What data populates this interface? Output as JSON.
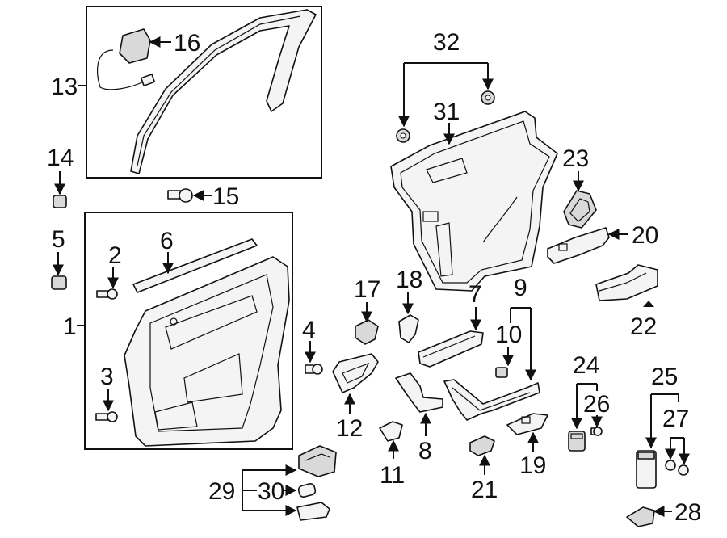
{
  "diagram": {
    "callouts": [
      {
        "id": "c1",
        "label": "1"
      },
      {
        "id": "c2",
        "label": "2"
      },
      {
        "id": "c3",
        "label": "3"
      },
      {
        "id": "c4",
        "label": "4"
      },
      {
        "id": "c5",
        "label": "5"
      },
      {
        "id": "c6",
        "label": "6"
      },
      {
        "id": "c7",
        "label": "7"
      },
      {
        "id": "c8",
        "label": "8"
      },
      {
        "id": "c9",
        "label": "9"
      },
      {
        "id": "c10",
        "label": "10"
      },
      {
        "id": "c11",
        "label": "11"
      },
      {
        "id": "c12",
        "label": "12"
      },
      {
        "id": "c13",
        "label": "13"
      },
      {
        "id": "c14",
        "label": "14"
      },
      {
        "id": "c15",
        "label": "15"
      },
      {
        "id": "c16",
        "label": "16"
      },
      {
        "id": "c17",
        "label": "17"
      },
      {
        "id": "c18",
        "label": "18"
      },
      {
        "id": "c19",
        "label": "19"
      },
      {
        "id": "c20",
        "label": "20"
      },
      {
        "id": "c21",
        "label": "21"
      },
      {
        "id": "c22",
        "label": "22"
      },
      {
        "id": "c23",
        "label": "23"
      },
      {
        "id": "c24",
        "label": "24"
      },
      {
        "id": "c25",
        "label": "25"
      },
      {
        "id": "c26",
        "label": "26"
      },
      {
        "id": "c27",
        "label": "27"
      },
      {
        "id": "c28",
        "label": "28"
      },
      {
        "id": "c29",
        "label": "29"
      },
      {
        "id": "c30",
        "label": "30"
      },
      {
        "id": "c31",
        "label": "31"
      },
      {
        "id": "c32",
        "label": "32"
      }
    ]
  }
}
